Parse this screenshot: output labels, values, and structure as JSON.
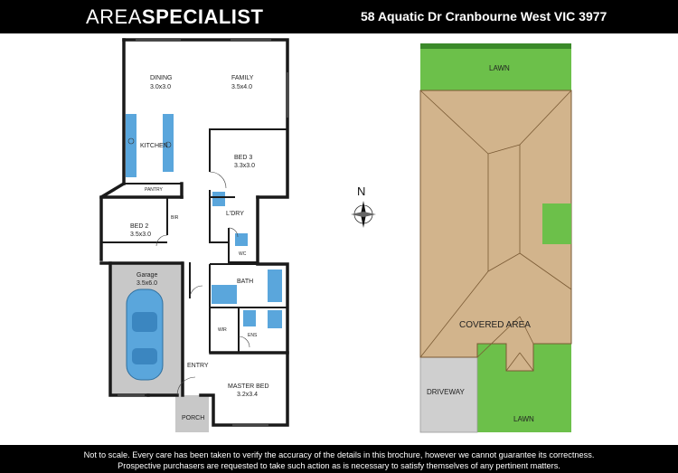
{
  "header": {
    "logo_part1": "AREA",
    "logo_part2": "SPECIALIST",
    "address": "58 Aquatic Dr Cranbourne West VIC 3977"
  },
  "rooms": {
    "dining": {
      "name": "DINING",
      "size": "3.0x3.0"
    },
    "family": {
      "name": "FAMILY",
      "size": "3.5x4.0"
    },
    "kitchen": {
      "name": "KITCHEN"
    },
    "bed3": {
      "name": "BED 3",
      "size": "3.3x3.0"
    },
    "pantry": {
      "name": "PANTRY"
    },
    "bed2": {
      "name": "BED 2",
      "size": "3.5x3.0"
    },
    "bir": {
      "name": "BIR"
    },
    "ldry": {
      "name": "L'DRY"
    },
    "wc": {
      "name": "WC"
    },
    "garage": {
      "name": "Garage",
      "size": "3.5x6.0"
    },
    "bath": {
      "name": "BATH"
    },
    "wir": {
      "name": "WIR"
    },
    "ens": {
      "name": "ENS"
    },
    "entry": {
      "name": "ENTRY"
    },
    "master": {
      "name": "MASTER BED",
      "size": "3.2x3.4"
    },
    "porch": {
      "name": "PORCH"
    }
  },
  "compass": {
    "label": "N"
  },
  "site": {
    "lawn_top": "LAWN",
    "covered": "COVERED AREA",
    "driveway": "DRIVEWAY",
    "lawn_bottom": "LAWN"
  },
  "colors": {
    "fixture_blue": "#5aa6dc",
    "garage_grey": "#c8c8c8",
    "roof_tan": "#d2b48c",
    "lawn_green": "#6cc04a",
    "driveway_grey": "#cfcfcf"
  },
  "footer": {
    "disclaimer": "Not to scale. Every care has been taken to verify the accuracy of the details in this brochure, however we cannot guarantee its correctness. Prospective purchasers are requested to take such action as is necessary to satisfy themselves of any pertinent matters."
  }
}
